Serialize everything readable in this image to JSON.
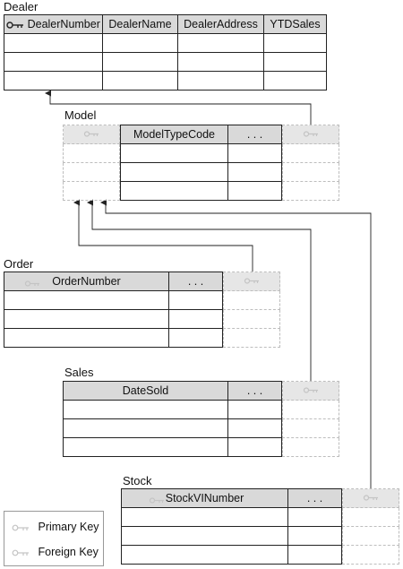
{
  "dealer": {
    "title": "Dealer",
    "columns": [
      "DealerNumber",
      "DealerName",
      "DealerAddress",
      "YTDSales"
    ]
  },
  "model": {
    "title": "Model",
    "columns": [
      "ModelTypeCode",
      ". . ."
    ]
  },
  "order": {
    "title": "Order",
    "columns": [
      "OrderNumber",
      ". . ."
    ]
  },
  "sales": {
    "title": "Sales",
    "columns": [
      "DateSold",
      ". . ."
    ]
  },
  "stock": {
    "title": "Stock",
    "columns": [
      "StockVINumber",
      ". . ."
    ]
  },
  "legend": {
    "primary": "Primary Key",
    "foreign": "Foreign Key"
  },
  "colors": {
    "header": "#d9d9d9",
    "ghost": "#bdbdbd",
    "line": "#222222"
  }
}
